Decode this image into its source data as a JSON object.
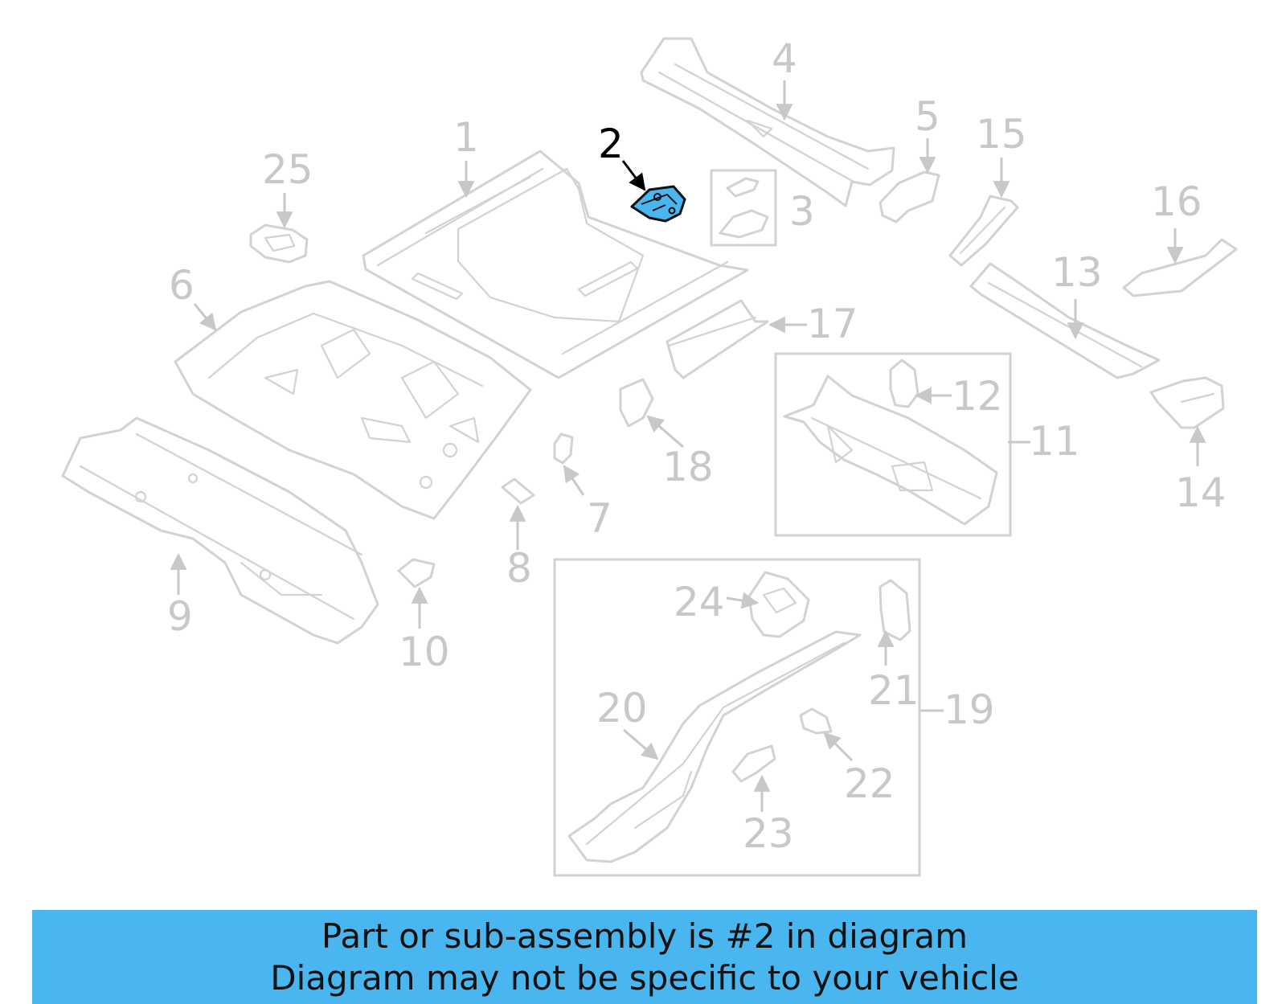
{
  "banner": {
    "line1": "Part or sub-assembly is #2 in diagram",
    "line2": "Diagram may not be specific to your vehicle",
    "background": "#4ab6f0"
  },
  "highlighted_part": "2",
  "colors": {
    "highlight": "#4ab6f0",
    "line": "#d2d2d2",
    "label": "#c8c8c8",
    "label_highlight": "#000000"
  },
  "callouts": {
    "c1": "1",
    "c2": "2",
    "c3": "3",
    "c4": "4",
    "c5": "5",
    "c6": "6",
    "c7": "7",
    "c8": "8",
    "c9": "9",
    "c10": "10",
    "c11": "11",
    "c12": "12",
    "c13": "13",
    "c14": "14",
    "c15": "15",
    "c16": "16",
    "c17": "17",
    "c18": "18",
    "c19": "19",
    "c20": "20",
    "c21": "21",
    "c22": "22",
    "c23": "23",
    "c24": "24",
    "c25": "25"
  }
}
